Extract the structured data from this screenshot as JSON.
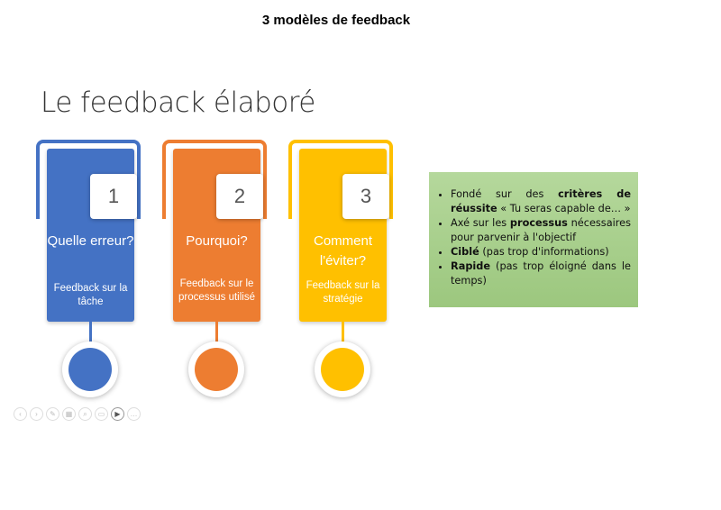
{
  "header": "3 modèles de feedback",
  "slide_title": "Le feedback élaboré",
  "cards": [
    {
      "number": "1",
      "question": "Quelle erreur?",
      "desc": "Feedback sur la tâche",
      "color": "#4472c4"
    },
    {
      "number": "2",
      "question": "Pourquoi?",
      "desc": "Feedback sur le processus utilisé",
      "color": "#ed7d31"
    },
    {
      "number": "3",
      "question": "Comment l'éviter?",
      "desc": "Feedback sur la stratégie",
      "color": "#ffc000"
    }
  ],
  "bullets": [
    {
      "pre": "Fondé sur des ",
      "bold": "critères de réussite",
      "post": " « Tu seras capable de… »"
    },
    {
      "pre": "Axé sur les ",
      "bold": "processus",
      "post": " nécessaires pour parvenir à l'objectif"
    },
    {
      "pre": "",
      "bold": "Ciblé",
      "post": " (pas trop d'informations)"
    },
    {
      "pre": "",
      "bold": "Rapide",
      "post": " (pas trop éloigné dans le temps)"
    }
  ],
  "controls": [
    "previous-icon",
    "next-icon",
    "pen-icon",
    "slides-icon",
    "zoom-icon",
    "subtitles-icon",
    "camera-icon",
    "more-icon"
  ]
}
